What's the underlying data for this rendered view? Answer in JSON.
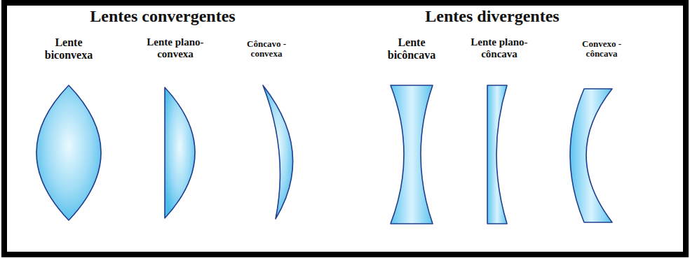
{
  "diagram": {
    "labels": [
      "Lentes convergentes",
      "Lentes divergentes",
      "Lente biconvexa",
      "Lente plano-convexa",
      "Côncavo - convexa",
      "Lente bicôncava",
      "Lente plano-côncava",
      "Convexo - côncava"
    ]
  }
}
